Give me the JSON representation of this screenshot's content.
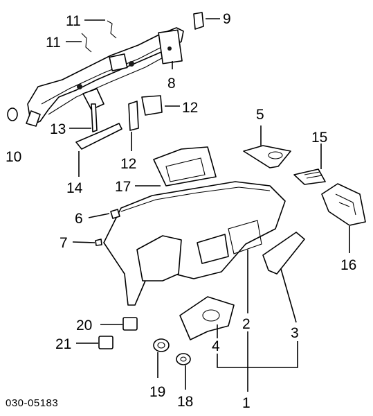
{
  "diagram": {
    "figure_code": "030-05183",
    "callouts": [
      "1",
      "2",
      "3",
      "4",
      "5",
      "6",
      "7",
      "8",
      "9",
      "10",
      "11",
      "11",
      "12",
      "12",
      "13",
      "14",
      "15",
      "16",
      "17",
      "18",
      "19",
      "20",
      "21"
    ]
  }
}
